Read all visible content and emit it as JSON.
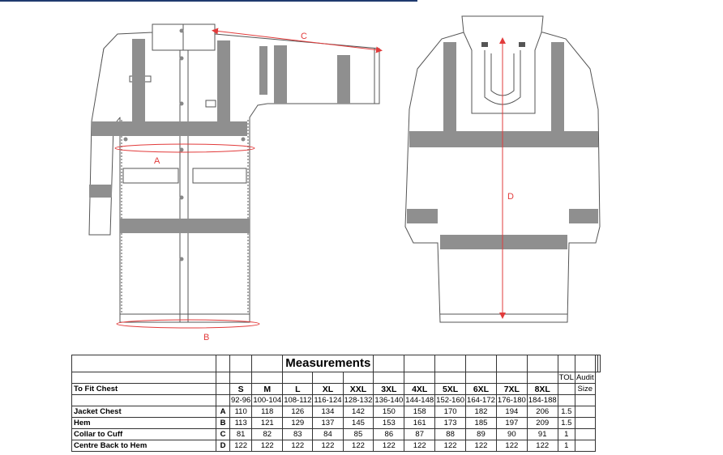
{
  "table": {
    "title": "Measurements",
    "tol_header": "TOL",
    "audit_header": "Audit",
    "audit_sub": "Size",
    "fit_chest_label": "To Fit Chest",
    "sizes": [
      "S",
      "M",
      "L",
      "XL",
      "XXL",
      "3XL",
      "4XL",
      "5XL",
      "6XL",
      "7XL",
      "8XL"
    ],
    "chest_ranges": [
      "92-96",
      "100-104",
      "108-112",
      "116-124",
      "128-132",
      "136-140",
      "144-148",
      "152-160",
      "164-172",
      "176-180",
      "184-188"
    ],
    "rows": [
      {
        "name": "Jacket Chest",
        "letter": "A",
        "values": [
          "110",
          "118",
          "126",
          "134",
          "142",
          "150",
          "158",
          "170",
          "182",
          "194",
          "206"
        ],
        "tol": "1.5"
      },
      {
        "name": "Hem",
        "letter": "B",
        "values": [
          "113",
          "121",
          "129",
          "137",
          "145",
          "153",
          "161",
          "173",
          "185",
          "197",
          "209"
        ],
        "tol": "1.5"
      },
      {
        "name": "Collar to Cuff",
        "letter": "C",
        "values": [
          "81",
          "82",
          "83",
          "84",
          "85",
          "86",
          "87",
          "88",
          "89",
          "90",
          "91"
        ],
        "tol": "1"
      },
      {
        "name": "Centre Back to Hem",
        "letter": "D",
        "values": [
          "122",
          "122",
          "122",
          "122",
          "122",
          "122",
          "122",
          "122",
          "122",
          "122",
          "122"
        ],
        "tol": "1"
      }
    ]
  },
  "diagram": {
    "label_a": "A",
    "label_b": "B",
    "label_c": "C",
    "label_d": "D"
  },
  "colors": {
    "measure_line": "#e23b3b",
    "reflective_band": "#8f8f8f",
    "outline": "#555555",
    "top_rule": "#1f3a6e"
  }
}
